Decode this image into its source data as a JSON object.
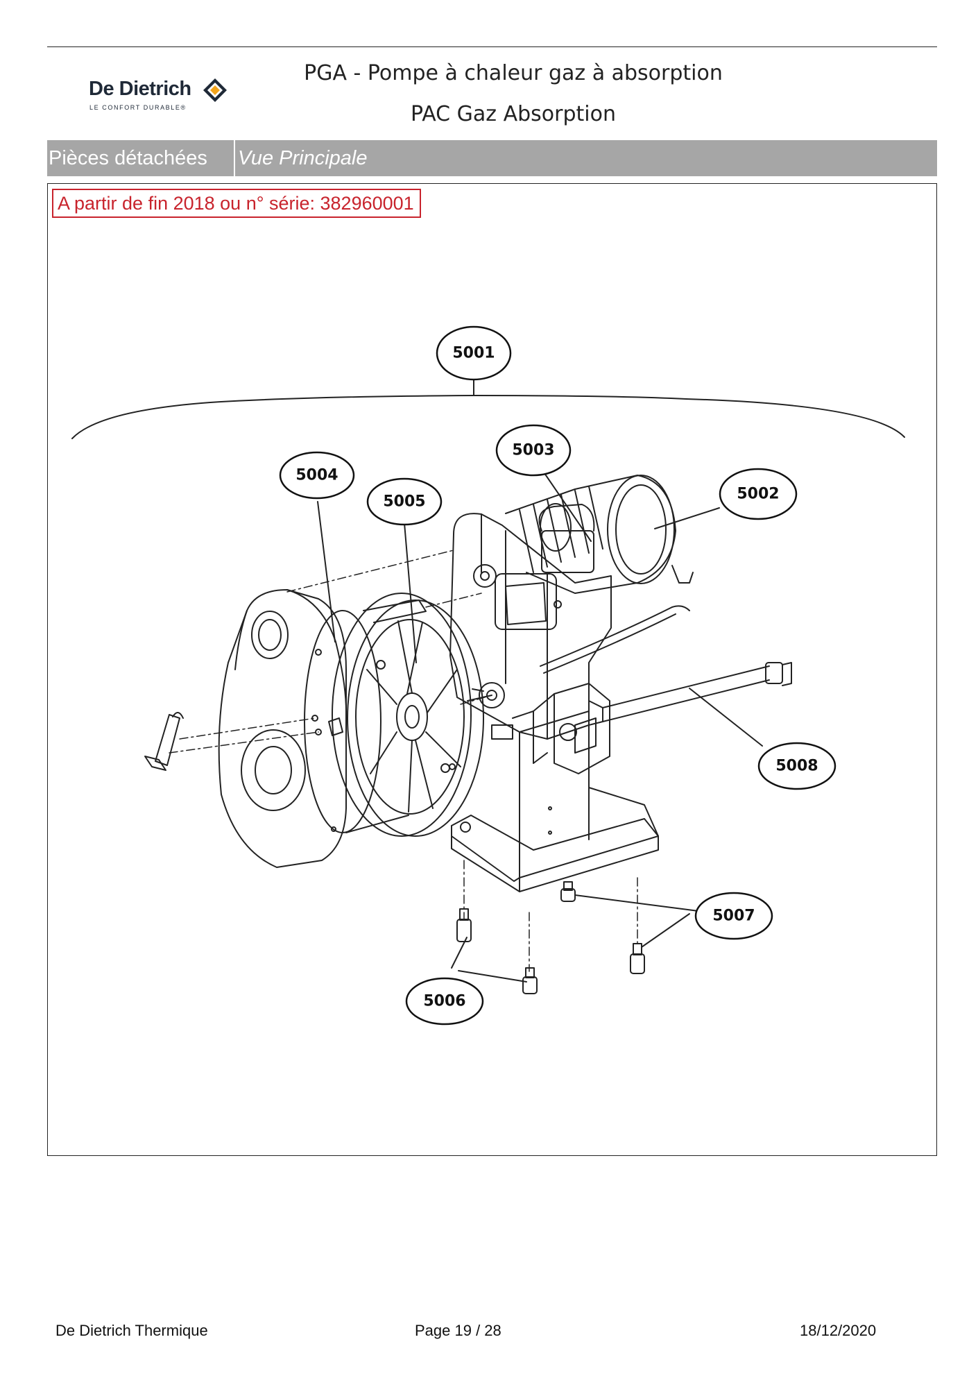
{
  "header": {
    "brand_name": "De Dietrich",
    "brand_tagline": "LE CONFORT DURABLE®",
    "brand_mark_color": "#f4a51c",
    "brand_text_color": "#1f2937",
    "title_line1": "PGA - Pompe à chaleur gaz à absorption",
    "title_line2": "PAC Gaz Absorption"
  },
  "section": {
    "label": "Pièces détachées",
    "view_name": "Vue Principale",
    "bar_color": "#a6a6a6"
  },
  "diagram": {
    "serial_note": "A partir de fin 2018 ou n° série: 382960001",
    "serial_note_color": "#c8232c",
    "callouts": {
      "c5001": "5001",
      "c5002": "5002",
      "c5003": "5003",
      "c5004": "5004",
      "c5005": "5005",
      "c5006": "5006",
      "c5007": "5007",
      "c5008": "5008"
    }
  },
  "footer": {
    "company": "De Dietrich Thermique",
    "page": "Page 19  /  28",
    "date": "18/12/2020"
  }
}
